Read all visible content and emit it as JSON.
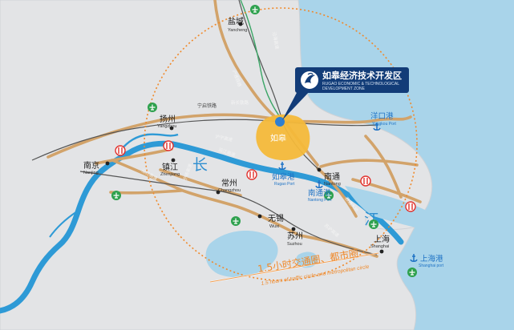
{
  "callout": {
    "title_cn": "如皋经济技术开发区",
    "title_en_line1": "RUGAO ECONOMIC & TECHNOLOGICAL",
    "title_en_line2": "DEVELOPMENT ZONE"
  },
  "zone": {
    "label": "如皋"
  },
  "cities": [
    {
      "key": "yancheng",
      "cn": "盐城",
      "en": "Yancheng"
    },
    {
      "key": "yangzhou",
      "cn": "扬州",
      "en": "Yangzhou"
    },
    {
      "key": "nanjing",
      "cn": "南京",
      "en": "Nanjing"
    },
    {
      "key": "zhenjiang",
      "cn": "镇江",
      "en": "Zhenjiang"
    },
    {
      "key": "changzhou",
      "cn": "常州",
      "en": "Changzhou"
    },
    {
      "key": "wuxi",
      "cn": "无锡",
      "en": "Wuxi"
    },
    {
      "key": "suzhou",
      "cn": "苏州",
      "en": "Suzhou"
    },
    {
      "key": "shanghai",
      "cn": "上海",
      "en": "Shanghai"
    },
    {
      "key": "nantong",
      "cn": "南通",
      "en": "Nantong"
    }
  ],
  "ports": [
    {
      "key": "yangkou",
      "cn": "洋口港",
      "en": "Yangkou Port"
    },
    {
      "key": "rugao",
      "cn": "如皋港",
      "en": "Rugao Port"
    },
    {
      "key": "nantong",
      "cn": "南通港",
      "en": "Nantong Port"
    },
    {
      "key": "shanghai",
      "cn": "上海港",
      "en": "Shanghai port"
    }
  ],
  "river_chars": {
    "chang": "长",
    "jiang": "江"
  },
  "circle_label": {
    "cn": "1.5小时交通圈、都市圈",
    "en": "1.5 hours of traffic circle and metropolitan circle"
  },
  "route_labels": {
    "ningqi": "宁启铁路",
    "hunan": "沪宁高速",
    "yanjing": "宁扬高速",
    "jinghu": "沪通铁路",
    "xinchang": "新长铁路",
    "suhu": "苏沪高速",
    "yanhai": "沿海高速",
    "haiyan": "沿江高速",
    "tongsu": "苏通大桥",
    "changjiang": "沿江高速"
  },
  "colors": {
    "sea": "#a9d4ea",
    "land": "#e3e4e6",
    "river": "#2e9ad6",
    "highway": "#d2a36a",
    "railway": "#555555",
    "zone": "#f4b93a",
    "circle": "#f0892a",
    "callout": "#123c78",
    "airport": "#2ea14e"
  }
}
